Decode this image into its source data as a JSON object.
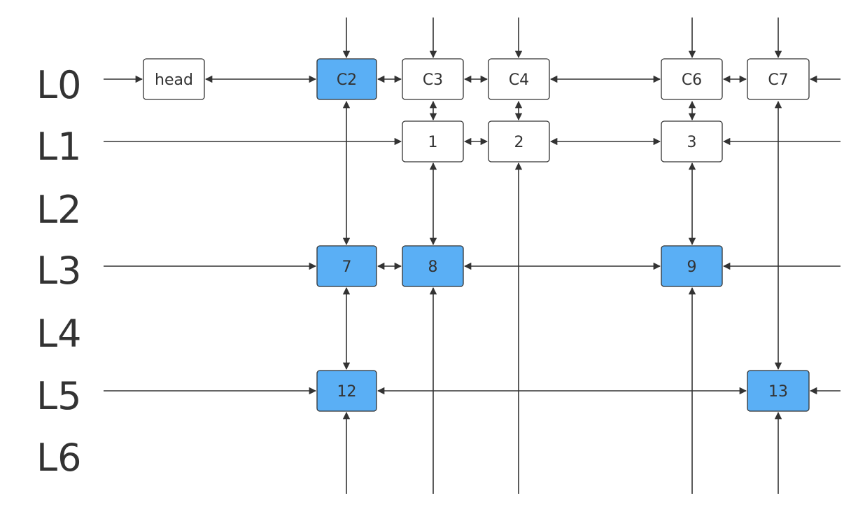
{
  "levels": [
    "L0",
    "L1",
    "L2",
    "L3",
    "L4",
    "L5",
    "L6"
  ],
  "nodes": [
    {
      "id": "head",
      "label": "head",
      "highlighted": false
    },
    {
      "id": "C2",
      "label": "C2",
      "highlighted": true
    },
    {
      "id": "C3",
      "label": "C3",
      "highlighted": false
    },
    {
      "id": "C4",
      "label": "C4",
      "highlighted": false
    },
    {
      "id": "C6",
      "label": "C6",
      "highlighted": false
    },
    {
      "id": "C7",
      "label": "C7",
      "highlighted": false
    },
    {
      "id": "n1",
      "label": "1",
      "highlighted": false
    },
    {
      "id": "n2",
      "label": "2",
      "highlighted": false
    },
    {
      "id": "n3",
      "label": "3",
      "highlighted": false
    },
    {
      "id": "n7",
      "label": "7",
      "highlighted": true
    },
    {
      "id": "n8",
      "label": "8",
      "highlighted": true
    },
    {
      "id": "n9",
      "label": "9",
      "highlighted": true
    },
    {
      "id": "n12",
      "label": "12",
      "highlighted": true
    },
    {
      "id": "n13",
      "label": "13",
      "highlighted": true
    }
  ],
  "colors": {
    "highlight_fill": "#5aaff5",
    "normal_fill": "#ffffff",
    "stroke": "#333333"
  }
}
